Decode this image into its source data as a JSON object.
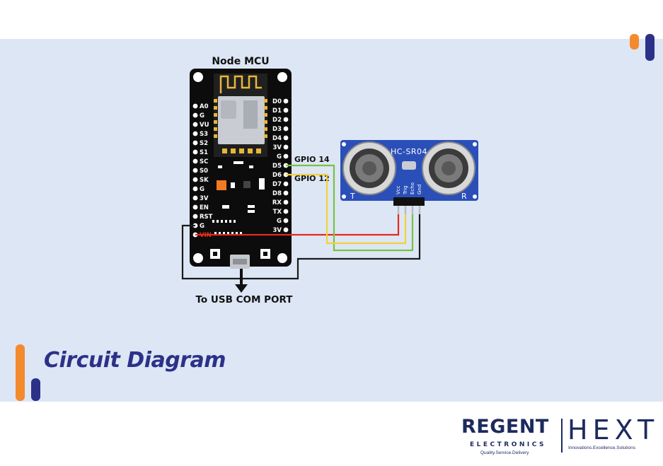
{
  "title": "Circuit Diagram",
  "board": {
    "name": "Node MCU",
    "left_pins": [
      "A0",
      "G",
      "VU",
      "S3",
      "S2",
      "S1",
      "SC",
      "S0",
      "SK",
      "G",
      "3V",
      "EN",
      "RST",
      "G",
      "VIN"
    ],
    "right_pins": [
      "D0",
      "D1",
      "D2",
      "D3",
      "D4",
      "3V",
      "G",
      "D5",
      "D6",
      "D7",
      "D8",
      "RX",
      "TX",
      "G",
      "3V"
    ]
  },
  "sensor": {
    "name": "HC-SR04",
    "pins": [
      "Vcc",
      "Trig",
      "Echo",
      "Gnd"
    ],
    "left_mark": "T",
    "right_mark": "R"
  },
  "labels": {
    "gpio14": "GPIO 14",
    "gpio12": "GPIO 12",
    "usb": "To USB COM PORT"
  },
  "colors": {
    "band": "#dde6f5",
    "accent_orange": "#f38a2e",
    "accent_navy": "#2c3188",
    "wire_red": "#e32b1c",
    "wire_yellow": "#f2d13a",
    "wire_green": "#7ac143",
    "wire_black": "#1a1a1a",
    "board": "#0c0c0c",
    "sensor_pcb": "#2b4fb8"
  },
  "logo": {
    "regent": "REGENT",
    "electronics": "ELECTRONICS",
    "tagline_left": "Quality.Service.Delivery",
    "hext": "HEXT",
    "tagline_right": "Innovations.Excellence.Solutions"
  }
}
